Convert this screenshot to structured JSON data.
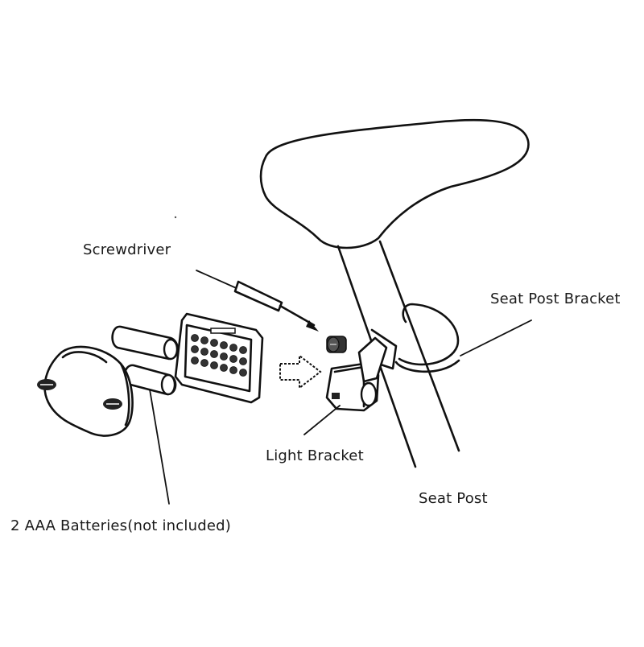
{
  "labels": {
    "screwdriver": "Screwdriver",
    "seat_post_bracket": "Seat Post Bracket",
    "light_bracket": "Light Bracket",
    "seat_post": "Seat Post",
    "batteries": "2 AAA Batteries(not included)"
  }
}
